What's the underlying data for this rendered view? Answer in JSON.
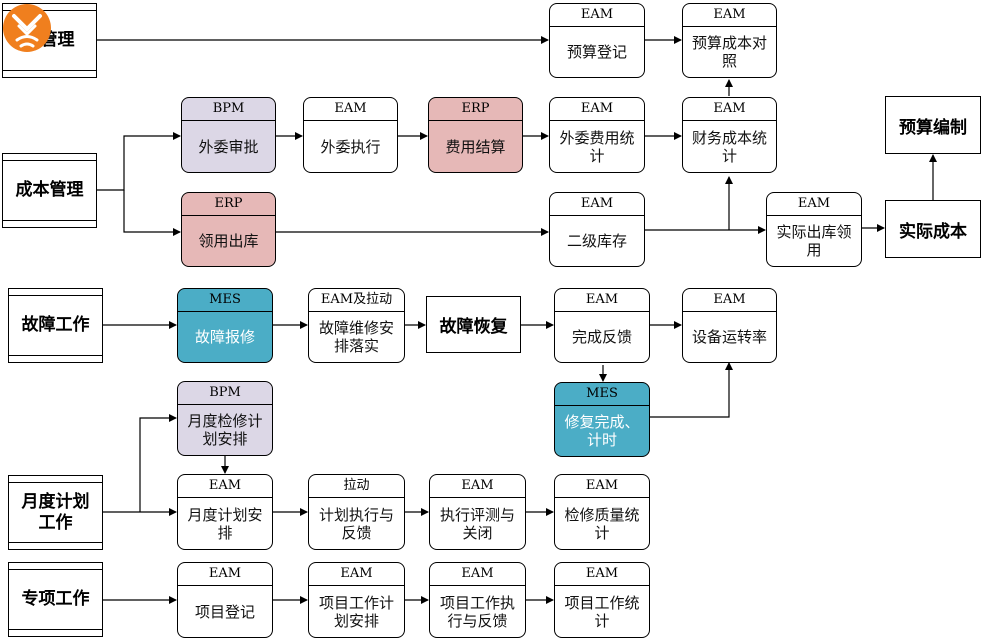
{
  "side_labels": {
    "budget_mgmt": "管理",
    "cost_mgmt": "成本管理",
    "fault_work": "故障工作",
    "monthly_plan_work": "月度计划工作",
    "special_work": "专项工作"
  },
  "plain_boxes": {
    "budget_compile": "预算编制",
    "actual_cost": "实际成本",
    "fault_recovery": "故障恢复"
  },
  "nodes": {
    "budget_register": {
      "system": "EAM",
      "label": "预算登记"
    },
    "budget_cost_compare": {
      "system": "EAM",
      "label": "预算成本对照"
    },
    "outsource_approval": {
      "system": "BPM",
      "label": "外委审批"
    },
    "outsource_exec": {
      "system": "EAM",
      "label": "外委执行"
    },
    "expense_settlement": {
      "system": "ERP",
      "label": "费用结算"
    },
    "outsource_fee_stats": {
      "system": "EAM",
      "label": "外委费用统计"
    },
    "finance_cost_stats": {
      "system": "EAM",
      "label": "财务成本统计"
    },
    "material_issue": {
      "system": "ERP",
      "label": "领用出库"
    },
    "secondary_stock": {
      "system": "EAM",
      "label": "二级库存"
    },
    "actual_issue": {
      "system": "EAM",
      "label": "实际出库领用"
    },
    "fault_report": {
      "system": "MES",
      "label": "故障报修"
    },
    "fault_arrange": {
      "system": "EAM及拉动",
      "label": "故障维修安排落实"
    },
    "complete_feedback": {
      "system": "EAM",
      "label": "完成反馈"
    },
    "equip_uptime": {
      "system": "EAM",
      "label": "设备运转率"
    },
    "repair_complete": {
      "system": "MES",
      "label": "修复完成、计时"
    },
    "monthly_overhaul": {
      "system": "BPM",
      "label": "月度检修计划安排"
    },
    "monthly_plan": {
      "system": "EAM",
      "label": "月度计划安排"
    },
    "plan_exec_feedback": {
      "system": "拉动",
      "label": "计划执行与反馈"
    },
    "exec_eval_close": {
      "system": "EAM",
      "label": "执行评测与关闭"
    },
    "overhaul_quality": {
      "system": "EAM",
      "label": "检修质量统计"
    },
    "project_register": {
      "system": "EAM",
      "label": "项目登记"
    },
    "project_plan": {
      "system": "EAM",
      "label": "项目工作计划安排"
    },
    "project_exec": {
      "system": "EAM",
      "label": "项目工作执行与反馈"
    },
    "project_stats": {
      "system": "EAM",
      "label": "项目工作统计"
    }
  },
  "colors": {
    "purple": "#dcd7e6",
    "pink": "#e6b8b7",
    "teal": "#4badc6",
    "logo": "#f07f1e"
  }
}
